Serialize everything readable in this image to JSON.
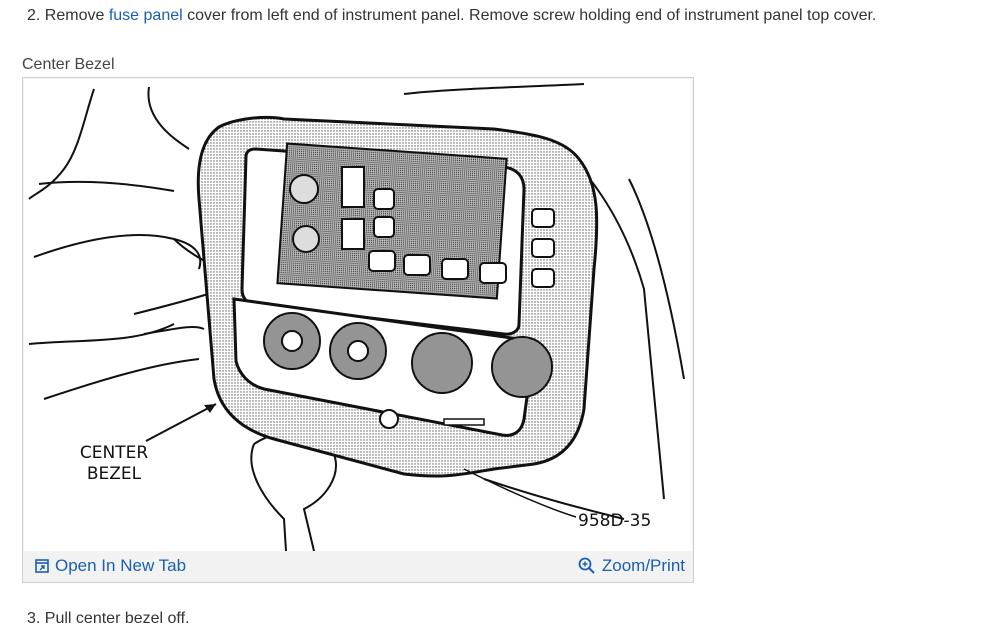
{
  "step2": {
    "number": "2.",
    "before": "Remove ",
    "link": "fuse panel",
    "after": " cover from left end of instrument panel. Remove screw holding end of instrument panel top cover."
  },
  "figure": {
    "caption": "Center Bezel",
    "callout_line1": "CENTER",
    "callout_line2": "BEZEL",
    "figure_number": "958D-35",
    "open_new_tab": "Open In New Tab",
    "zoom_print": "Zoom/Print"
  },
  "step3": {
    "number": "3.",
    "text": "Pull center bezel off."
  },
  "colors": {
    "link": "#1a5fb4",
    "text": "#333333",
    "toolbar_bg": "#f2f2f2"
  }
}
